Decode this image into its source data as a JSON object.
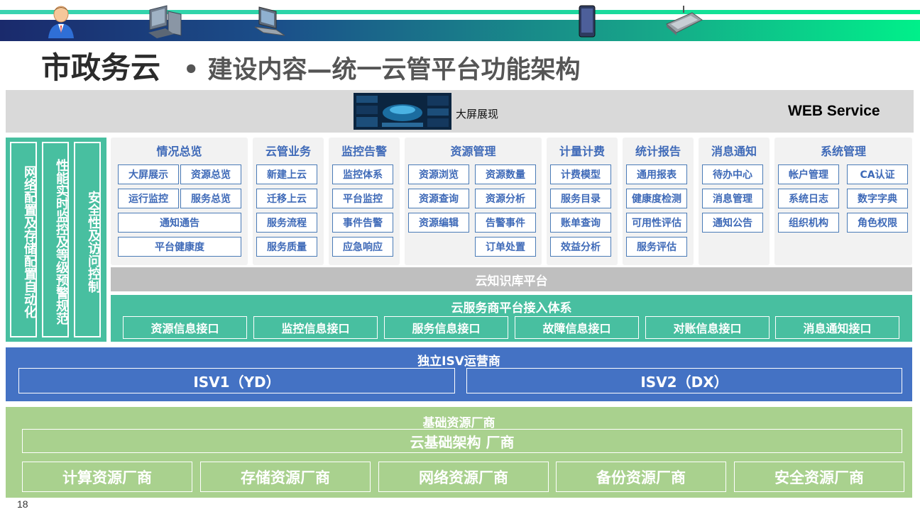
{
  "header": {
    "title_main": "市政务云",
    "title_sub": "• 建设内容—统一云管平台功能架构"
  },
  "devices": {
    "screen_label": "大屏展现",
    "web_label": "WEB Service",
    "icons": [
      "user-icon",
      "desktop-pc-icon",
      "laptop-icon",
      "big-screen-icon",
      "tablet-icon",
      "mobile-phone-icon"
    ]
  },
  "left_columns": [
    {
      "label": "网络配置及存储配置自动化"
    },
    {
      "label": "性能实时监控及等级预警规范"
    },
    {
      "label": "安全性及访问控制"
    }
  ],
  "modules": [
    {
      "title": "情况总览",
      "items": [
        "大屏展示",
        "资源总览",
        "运行监控",
        "服务总览",
        "通知通告",
        "平台健康度"
      ]
    },
    {
      "title": "云管业务",
      "items": [
        "新建上云",
        "迁移上云",
        "服务流程",
        "服务质量"
      ]
    },
    {
      "title": "监控告警",
      "items": [
        "监控体系",
        "平台监控",
        "事件告警",
        "应急响应"
      ]
    },
    {
      "title": "资源管理",
      "items": [
        "资源浏览",
        "资源数量",
        "资源查询",
        "资源分析",
        "资源编辑",
        "告警事件",
        "订单处置"
      ]
    },
    {
      "title": "计量计费",
      "items": [
        "计费模型",
        "服务目录",
        "账单查询",
        "效益分析"
      ]
    },
    {
      "title": "统计报告",
      "items": [
        "通用报表",
        "健康度检测",
        "可用性评估",
        "服务评估"
      ]
    },
    {
      "title": "消息通知",
      "items": [
        "待办中心",
        "消息管理",
        "通知公告"
      ]
    },
    {
      "title": "系统管理",
      "items": [
        "帐户管理",
        "CA认证",
        "系统日志",
        "数字字典",
        "组织机构",
        "角色权限"
      ]
    }
  ],
  "knowledge_platform": "云知识库平台",
  "cloud_access": {
    "title": "云服务商平台接入体系",
    "interfaces": [
      "资源信息接口",
      "监控信息接口",
      "服务信息接口",
      "故障信息接口",
      "对账信息接口",
      "消息通知接口"
    ]
  },
  "isv": {
    "title": "独立ISV运营商",
    "items": [
      "ISV1（YD）",
      "ISV2（DX）"
    ]
  },
  "base": {
    "title": "基础资源厂商",
    "infra": "云基础架构 厂商",
    "vendors": [
      "计算资源厂商",
      "存储资源厂商",
      "网络资源厂商",
      "备份资源厂商",
      "安全资源厂商"
    ]
  },
  "page_number": "18",
  "colors": {
    "teal": "#48bfa0",
    "blue": "#4472c4",
    "green": "#a9d18e",
    "gray": "#bfbfbf",
    "module_text": "#3f6ab8"
  }
}
